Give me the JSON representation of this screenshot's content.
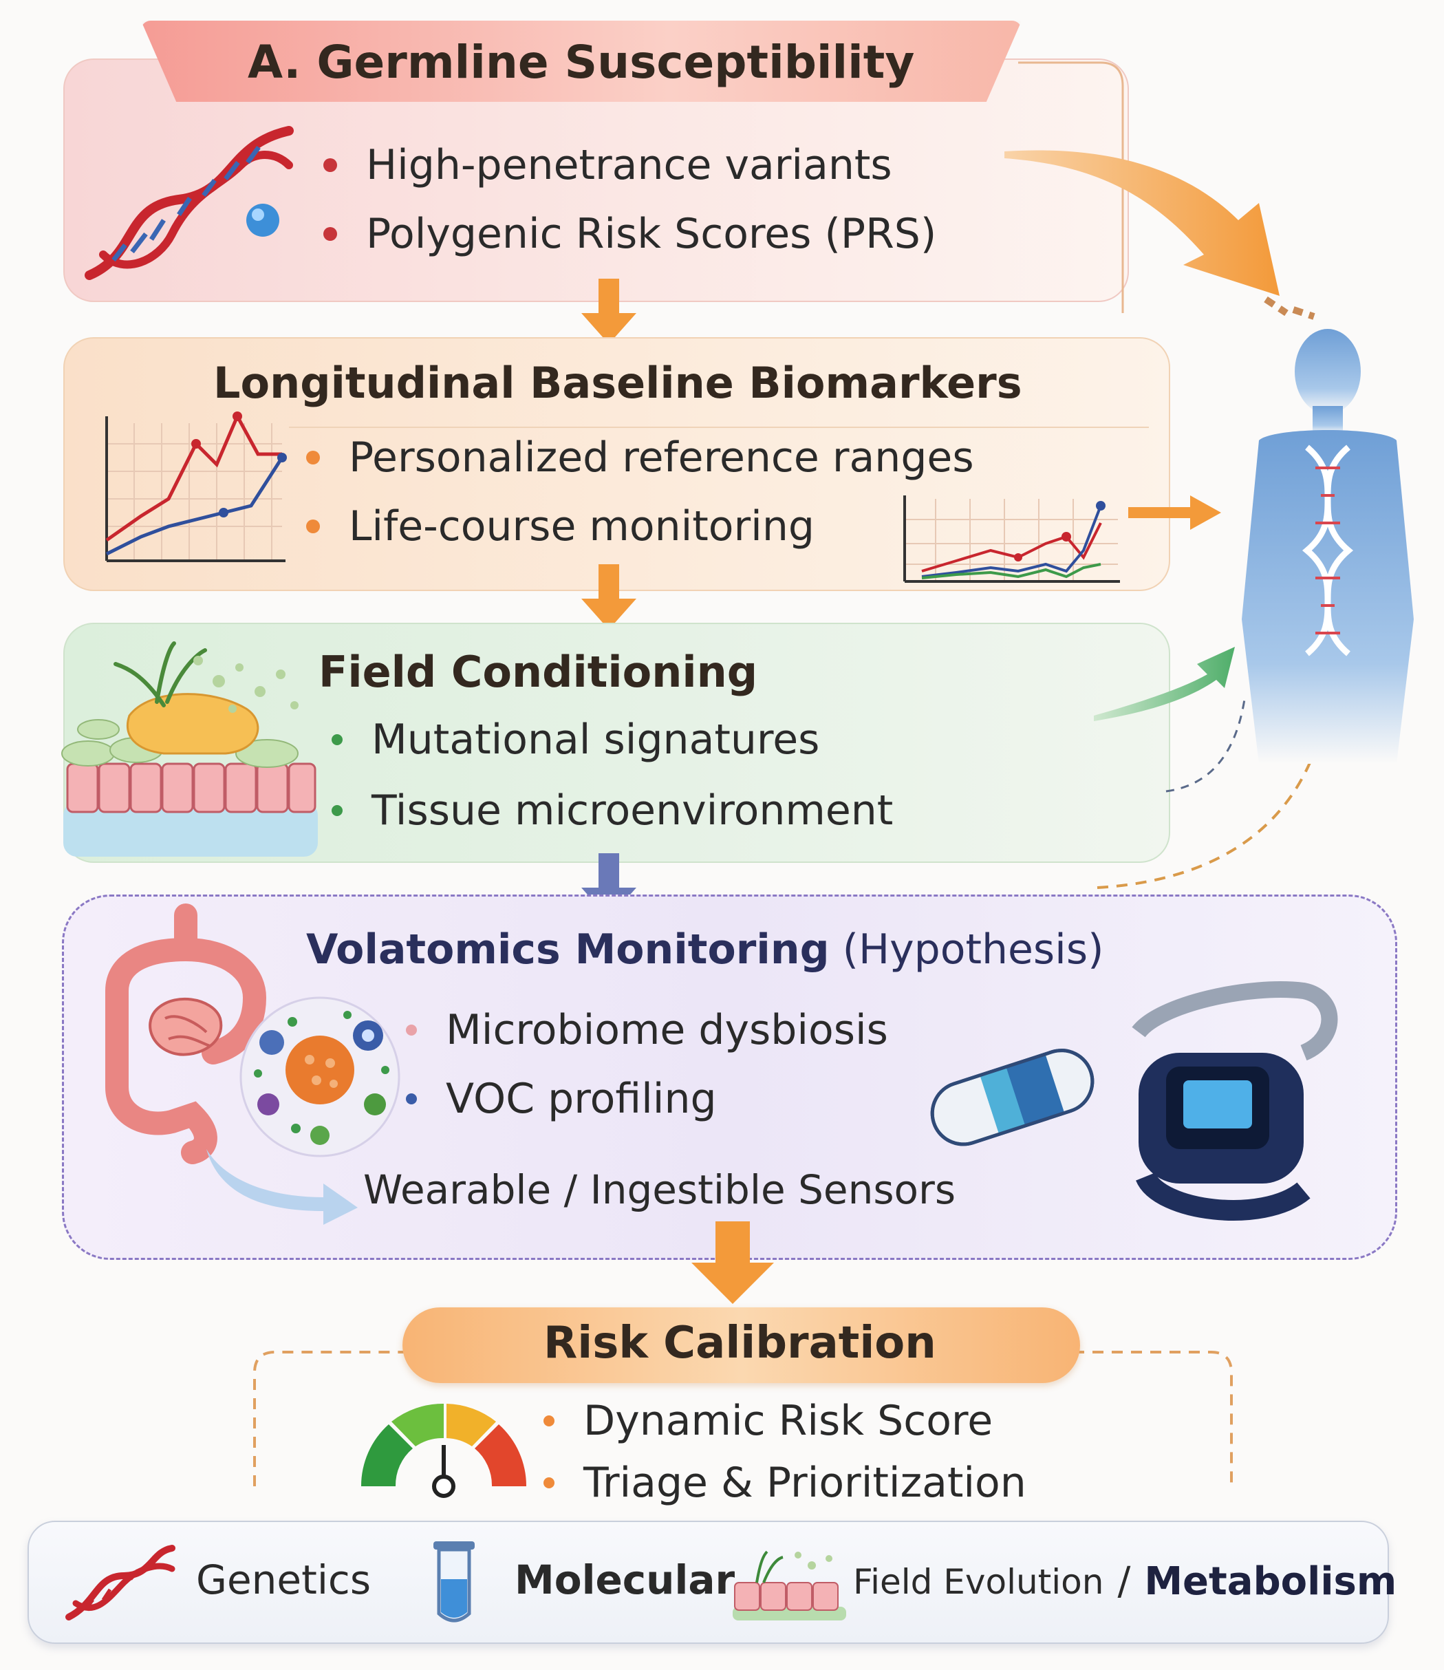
{
  "sections": {
    "germline": {
      "title": "A. Germline Susceptibility",
      "bullets": [
        "High-penetrance variants",
        "Polygenic Risk Scores (PRS)"
      ],
      "color": "#f4a3a0"
    },
    "baseline": {
      "title": "Longitudinal Baseline Biomarkers",
      "bullets": [
        "Personalized reference ranges",
        "Life-course monitoring"
      ],
      "color": "#f6c8a2"
    },
    "field": {
      "title": "Field Conditioning",
      "bullets": [
        "Mutational signatures",
        "Tissue microenvironment"
      ],
      "color": "#cfe6cf"
    },
    "volatomics": {
      "title_main": "Volatomics Monitoring",
      "title_suffix": "(Hypothesis)",
      "bullets": [
        "Microbiome dysbiosis",
        "VOC profiling"
      ],
      "sensors_label": "Wearable / Ingestible Sensors",
      "color": "#dcd3f0"
    },
    "risk": {
      "title": "Risk Calibration",
      "bullets": [
        "Dynamic Risk Score",
        "Triage & Prioritization"
      ],
      "color": "#f7c690"
    }
  },
  "legend": {
    "genetics": "Genetics",
    "molecular": "Molecular",
    "field_evolution": "Field Evolution",
    "separator": "/",
    "metabolism": "Metabolism"
  },
  "icons": [
    "dna-icon",
    "line-chart-icon",
    "tissue-icon",
    "gut-icon",
    "microbe-icon",
    "capsule-icon",
    "smartwatch-icon",
    "human-figure-icon",
    "risk-gauge-icon",
    "test-tube-icon"
  ]
}
